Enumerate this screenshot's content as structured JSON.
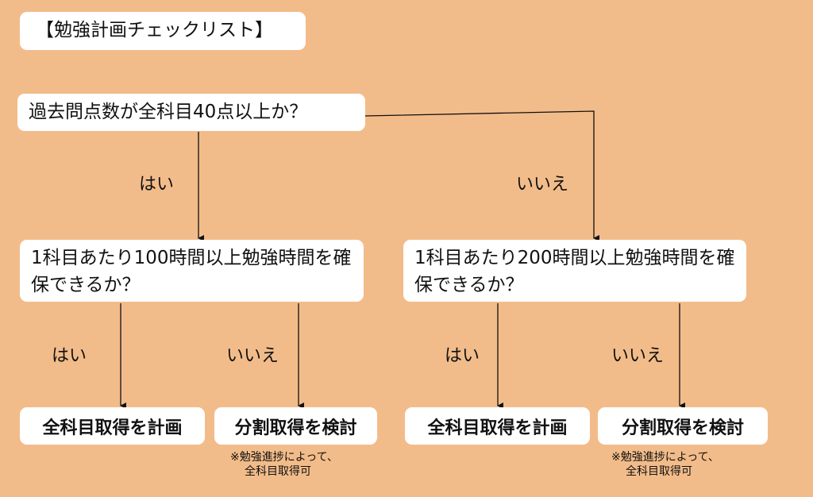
{
  "title": "【勉強計画チェックリスト】",
  "question1": "過去問点数が全科目40点以上か？",
  "question2_left": "1科目あたり100時間以上勉強時間を確保できるか？",
  "question2_right": "1科目あたり200時間以上勉強時間を確保できるか？",
  "labels": {
    "yes": "はい",
    "no": "いいえ"
  },
  "results": {
    "left_yes": "全科目取得を計画",
    "left_no": "分割取得を検討",
    "right_yes": "全科目取得を計画",
    "right_no": "分割取得を検討"
  },
  "notes": {
    "line1": "※勉強進捗によって、",
    "line2": "全科目取得可"
  },
  "colors": {
    "background": "#F2BC8A",
    "box": "#FFFFFF"
  }
}
